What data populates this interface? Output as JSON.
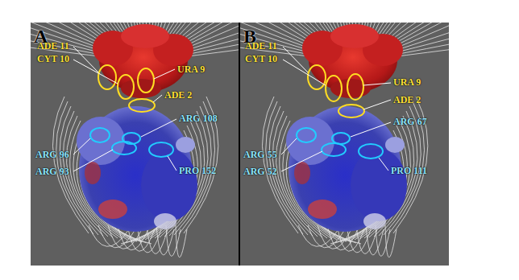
{
  "diagram": {
    "labels": [
      "A",
      "ADE 11",
      "CYT 10",
      "URA 9",
      "ADE 2",
      "ARG 108",
      "ARG 96",
      "ARG 93",
      "PRO 152",
      "B",
      "ADE 11",
      "CYT 10",
      "URA 9",
      "ADE 2",
      "ARG 67",
      "ARG 55",
      "ARG 52",
      "PRO 111"
    ]
  }
}
